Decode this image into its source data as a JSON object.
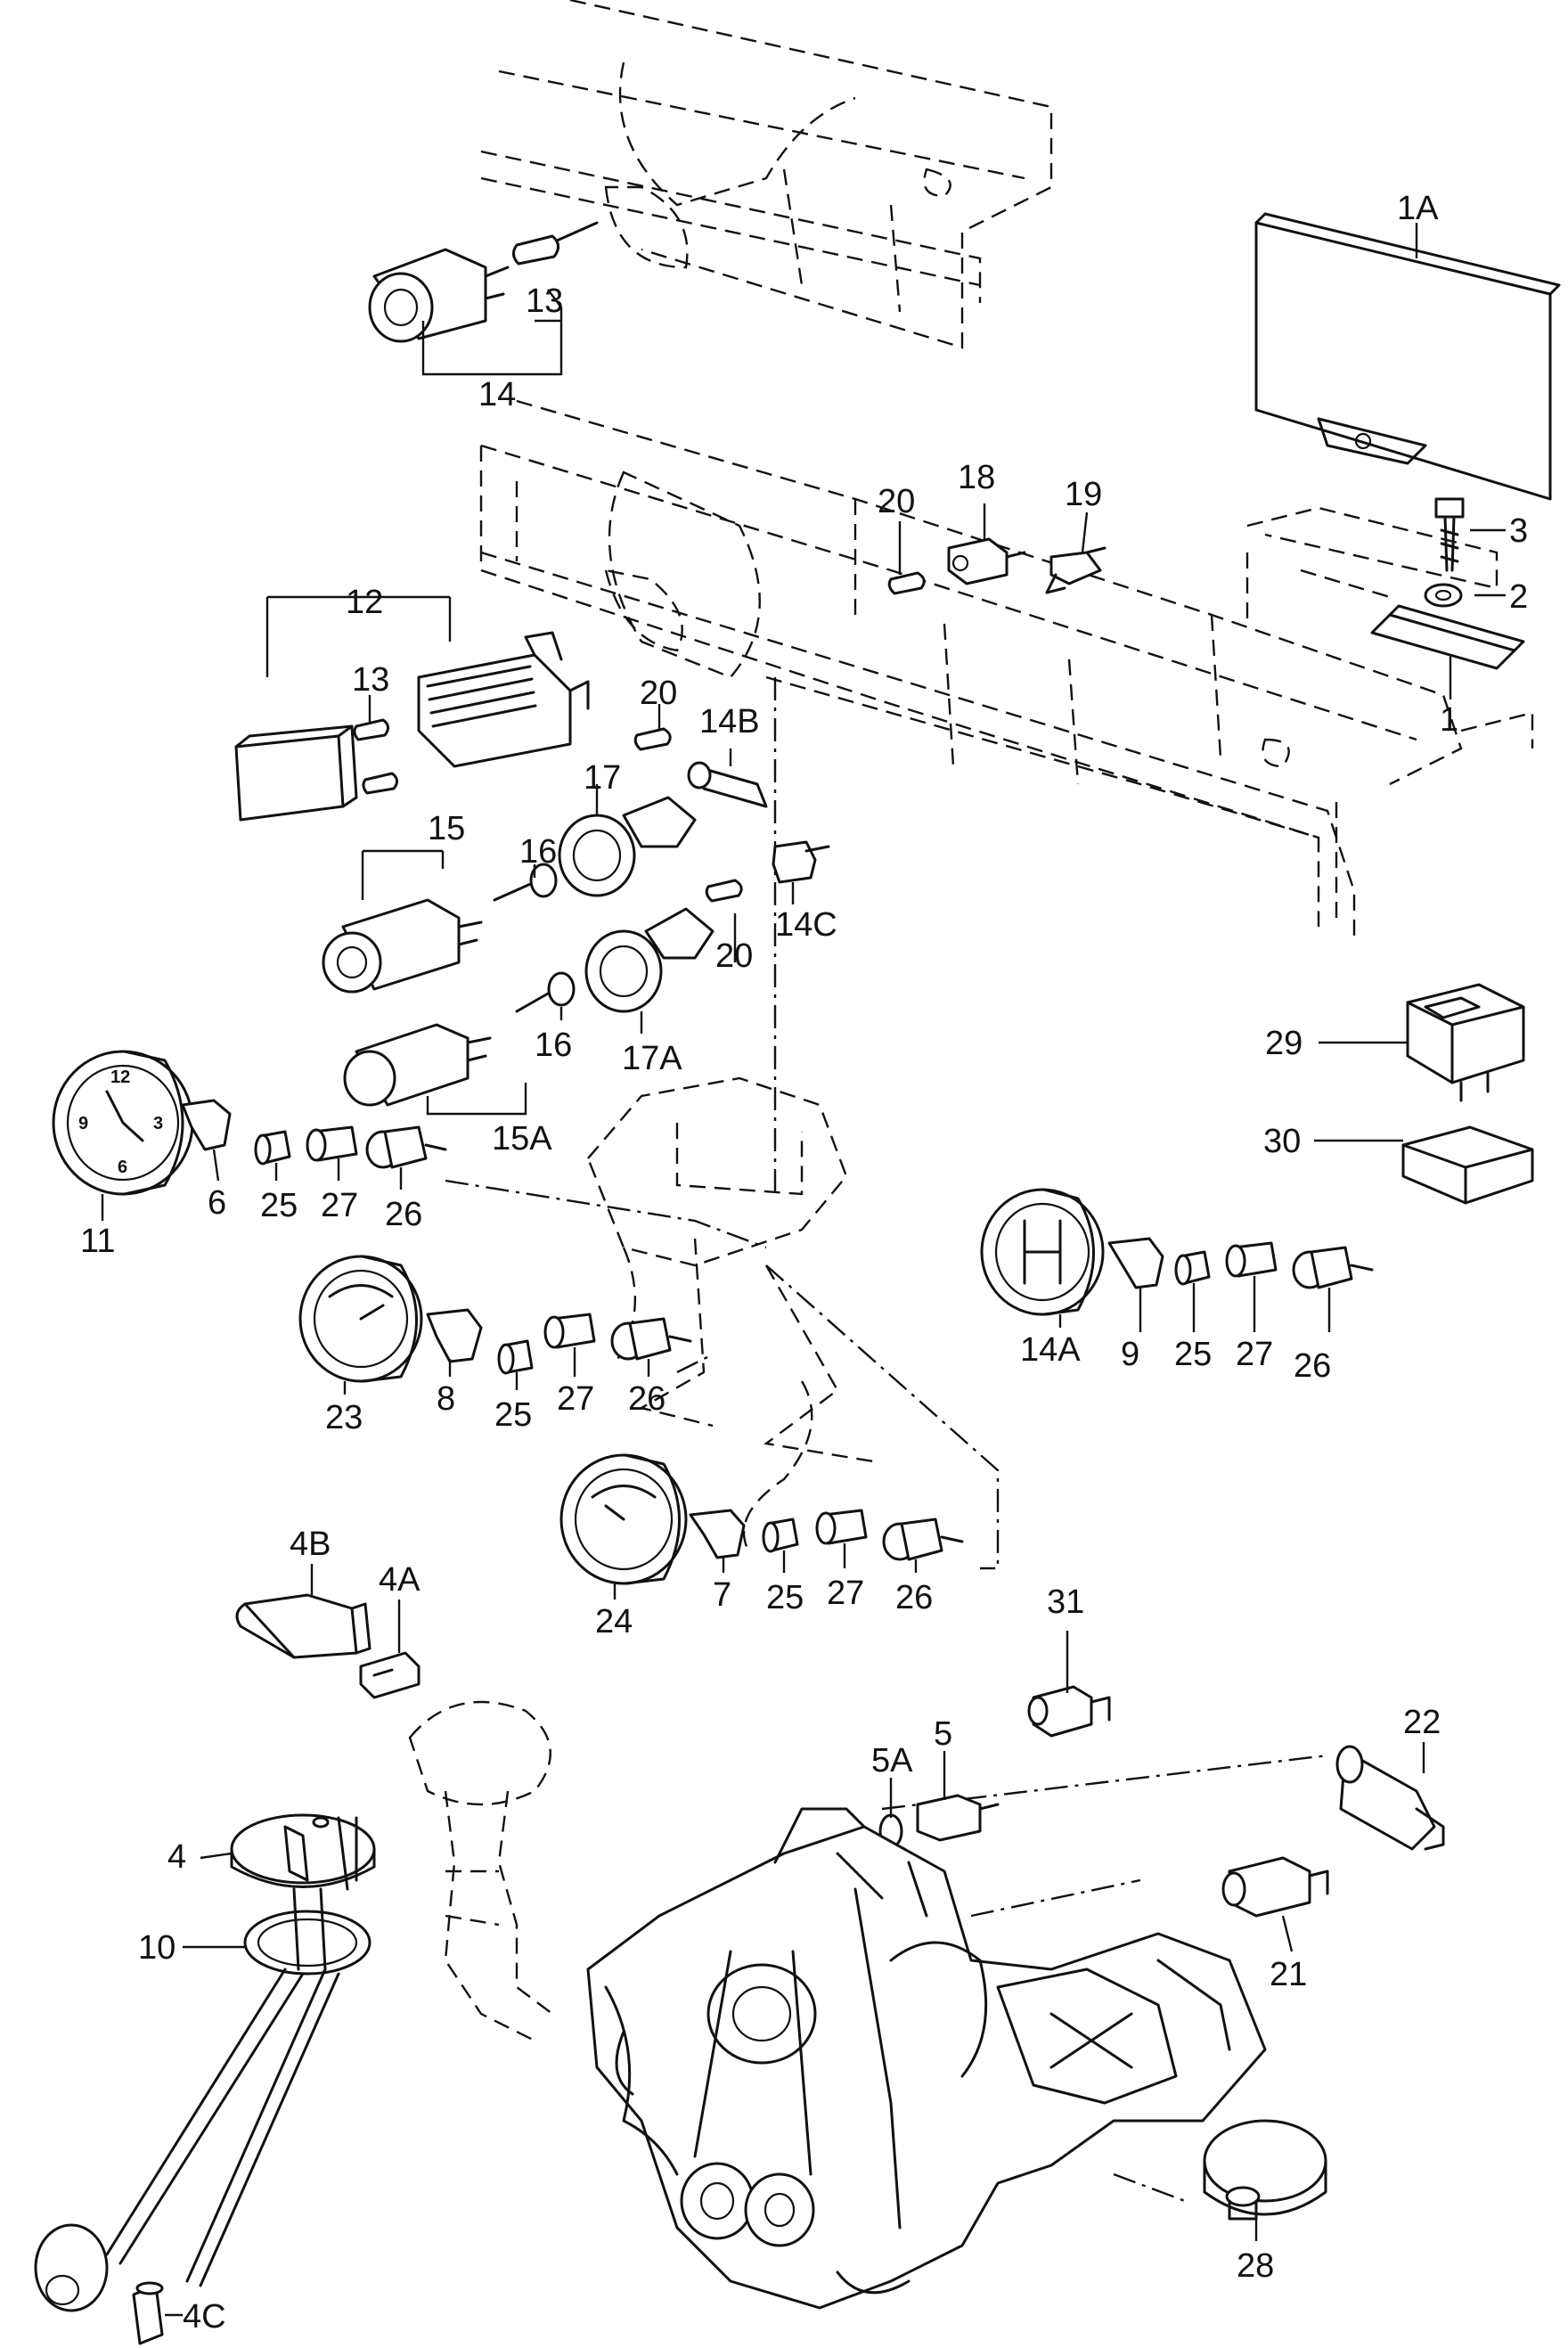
{
  "labels": {
    "p1A": "1A",
    "p1": "1",
    "p2": "2",
    "p3": "3",
    "p4": "4",
    "p4A": "4A",
    "p4B": "4B",
    "p4C": "4C",
    "p5": "5",
    "p5A": "5A",
    "p6": "6",
    "p7": "7",
    "p8": "8",
    "p9": "9",
    "p10": "10",
    "p11": "11",
    "p12": "12",
    "p13a": "13",
    "p13b": "13",
    "p14": "14",
    "p14A": "14A",
    "p14B": "14B",
    "p14C": "14C",
    "p15": "15",
    "p15A": "15A",
    "p16a": "16",
    "p16b": "16",
    "p17": "17",
    "p17A": "17A",
    "p18": "18",
    "p19": "19",
    "p20a": "20",
    "p20b": "20",
    "p20c": "20",
    "p21": "21",
    "p22": "22",
    "p23": "23",
    "p24": "24",
    "p25a": "25",
    "p25b": "25",
    "p25c": "25",
    "p25d": "25",
    "p26a": "26",
    "p26b": "26",
    "p26c": "26",
    "p26d": "26",
    "p27a": "27",
    "p27b": "27",
    "p27c": "27",
    "p27d": "27",
    "p28": "28",
    "p29": "29",
    "p30": "30",
    "p31": "31"
  },
  "clock_face": {
    "n12": "12",
    "n3": "3",
    "n6": "6",
    "n9": "9"
  }
}
